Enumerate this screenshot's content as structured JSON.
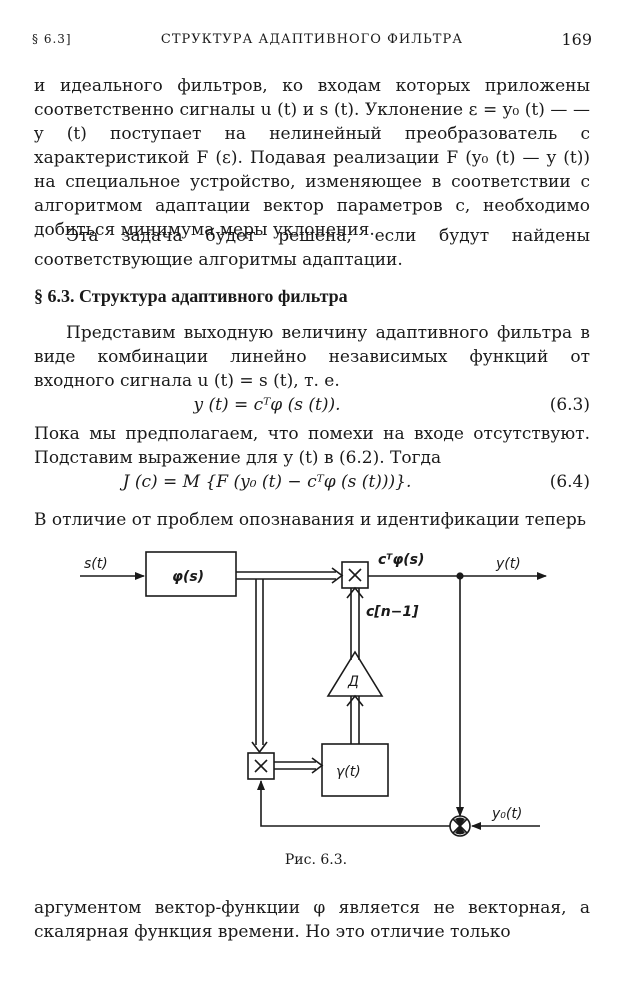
{
  "header": {
    "section": "§ 6.3]",
    "running_title": "СТРУКТУРА АДАПТИВНОГО ФИЛЬТРА",
    "page_number": "169"
  },
  "para1": "и идеального фильтров, ко входам которых приложены соответственно сигналы u (t) и s (t). Уклонение ε = y₀ (t) — — y (t) поступает на нелинейный преобразователь с характеристикой F (ε). Подавая реализации F (y₀ (t) — y (t)) на специальное устройство, изменяющее в соответствии с алгоритмом адаптации вектор параметров c, необходимо добиться минимума меры уклонения.",
  "para2": "Эта задача будет решена, если будут найдены соответствующие алгоритмы адаптации.",
  "heading": "§ 6.3. Структура адаптивного фильтра",
  "para3": "Представим выходную величину адаптивного фильтра в виде комбинации линейно независимых функций от входного сигнала u (t) = s (t), т. е.",
  "eq1": {
    "body": "y (t) = cᵀφ (s (t)).",
    "number": "(6.3)"
  },
  "para4": "Пока мы предполагаем, что помехи на входе отсутствуют. Подставим выражение для y (t) в (6.2). Тогда",
  "eq2": {
    "body": "J (c) = M {F (y₀ (t) − cᵀφ (s (t)))}.",
    "number": "(6.4)"
  },
  "para5": "В отличие от проблем опознавания и идентификации теперь",
  "figure": {
    "labels": {
      "input": "s(t)",
      "phi_block": "φ(s)",
      "product_out": "cᵀφ(s)",
      "output": "y(t)",
      "c_prev": "c[n−1]",
      "delay": "Д",
      "gamma_block": "γ(t)",
      "reference": "y₀(t)",
      "multiply_symbol": "×"
    },
    "caption": "Рис. 6.3."
  },
  "para6": "аргументом вектор-функции φ является не векторная, а скалярная функция времени. Но это отличие только"
}
